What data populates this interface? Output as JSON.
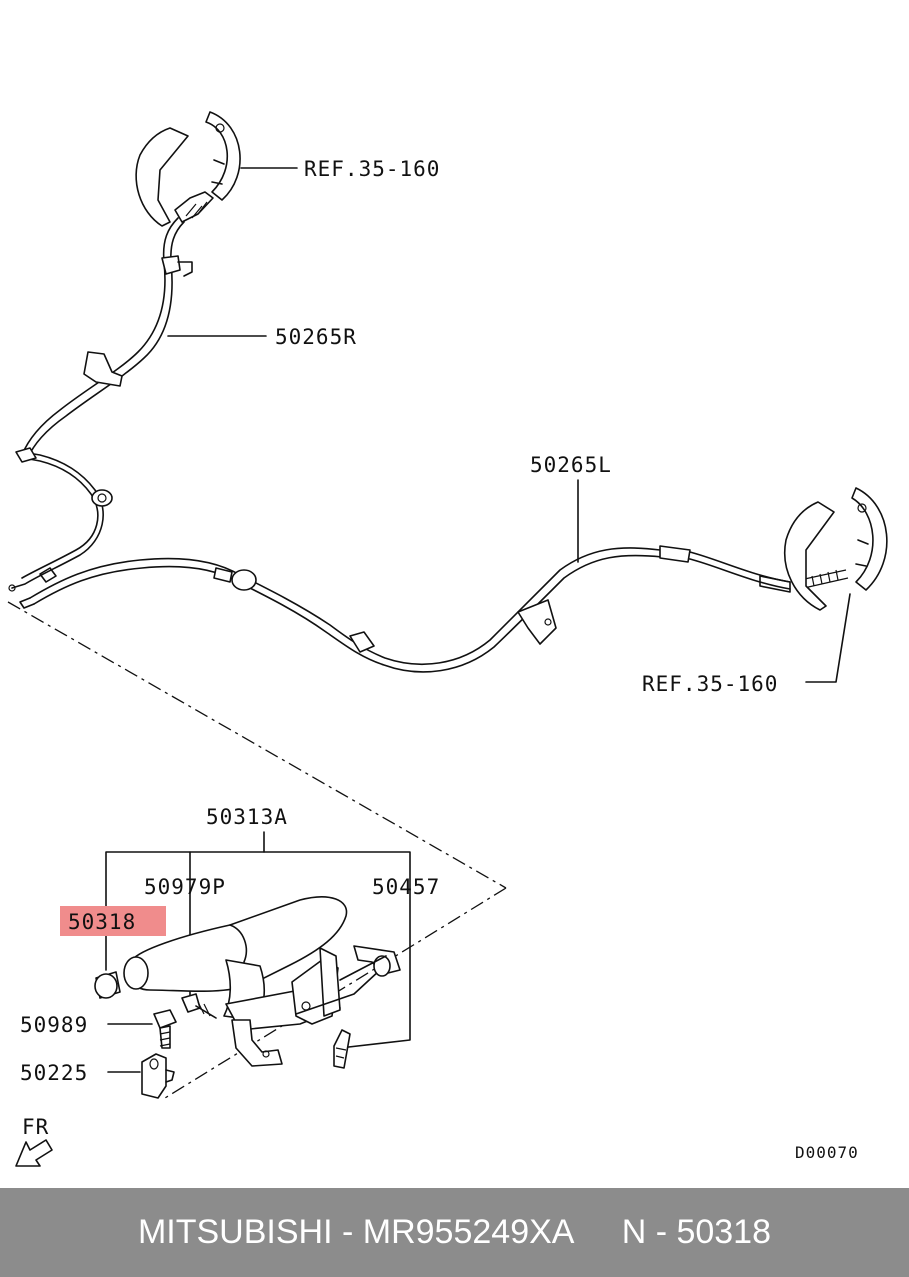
{
  "labels": {
    "ref_top": "REF.35-160",
    "cable_right": "50265R",
    "cable_left": "50265L",
    "ref_bottom": "REF.35-160",
    "lever_assy": "50313A",
    "part_50979p": "50979P",
    "part_50457": "50457",
    "highlighted_part": "50318",
    "part_50989": "50989",
    "part_50225": "50225",
    "front_marker": "FR",
    "diagram_code": "D00070"
  },
  "colors": {
    "highlight": "#f08c8c",
    "footer_bg": "#8c8c8c",
    "footer_text": "#ffffff"
  },
  "footer": {
    "brand": "MITSUBISHI",
    "sep1": " - ",
    "part_number": "MR955249XA",
    "gap": "     ",
    "callout": "N - 50318"
  }
}
